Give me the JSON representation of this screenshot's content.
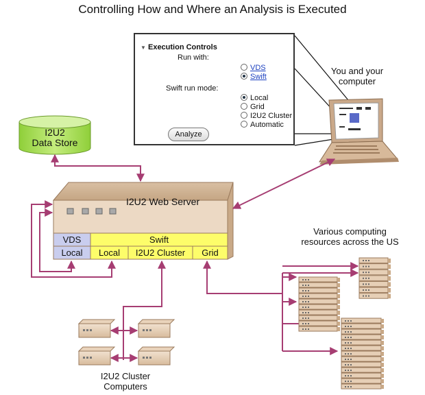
{
  "title": "Controlling How and Where an Analysis is Executed",
  "controls": {
    "heading": "Execution Controls",
    "run_with_label": "Run with:",
    "run_with_options": [
      {
        "label": "VDS",
        "selected": false
      },
      {
        "label": "Swift",
        "selected": true
      }
    ],
    "mode_label": "Swift run mode:",
    "mode_options": [
      {
        "label": "Local",
        "selected": true
      },
      {
        "label": "Grid",
        "selected": false
      },
      {
        "label": "I2U2 Cluster",
        "selected": false
      },
      {
        "label": "Automatic",
        "selected": false
      }
    ],
    "analyze_button": "Analyze"
  },
  "user_label": "You and your computer",
  "datastore": {
    "line1": "I2U2",
    "line2": "Data Store"
  },
  "server": {
    "title": "I2U2 Web Server",
    "vds": "VDS",
    "swift": "Swift",
    "vds_local": "Local",
    "swift_local": "Local",
    "swift_cluster": "I2U2 Cluster",
    "swift_grid": "Grid"
  },
  "resources_label": "Various computing resources across the US",
  "cluster_label": "I2U2 Cluster Computers",
  "colors": {
    "arrow": "#a63d72",
    "vds_fill": "#c9cdee",
    "swift_fill": "#fdfd6a",
    "datastore": "#aee05a",
    "server_body": "#ecd9c4"
  }
}
